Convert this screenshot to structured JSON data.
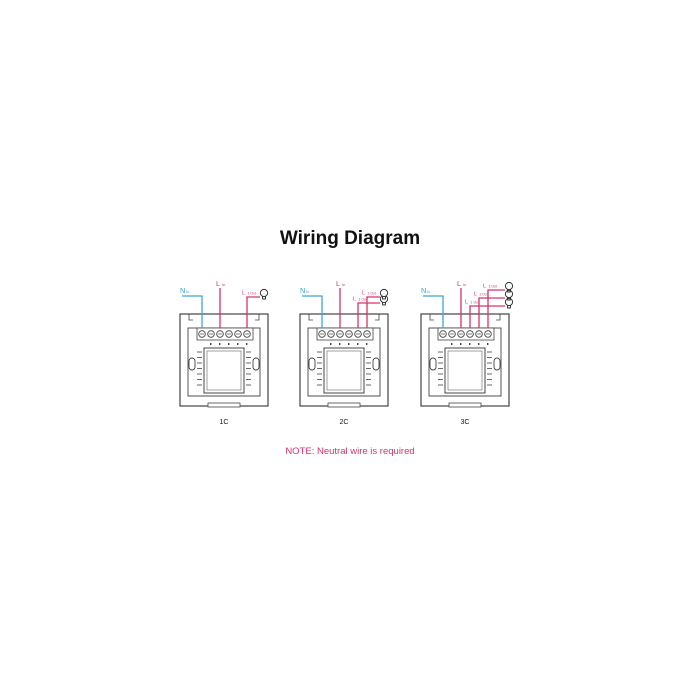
{
  "title": "Wiring Diagram",
  "note": "NOTE: Neutral wire is required",
  "colors": {
    "neutral": "#3aa6d8",
    "live": "#d6336c",
    "outline": "#444444",
    "text": "#111111"
  },
  "terminal_icon": "screw-terminal-icon",
  "bulb_icon": "bulb-icon",
  "panels": [
    {
      "caption": "1C",
      "neutral_label": "N",
      "neutral_sub": "In",
      "live_label": "L",
      "live_sub": "In",
      "outputs": [
        {
          "label": "L",
          "sub": "1 Out"
        }
      ]
    },
    {
      "caption": "2C",
      "neutral_label": "N",
      "neutral_sub": "In",
      "live_label": "L",
      "live_sub": "In",
      "outputs": [
        {
          "label": "L",
          "sub": "1 Out"
        },
        {
          "label": "L",
          "sub": "2 Out"
        }
      ]
    },
    {
      "caption": "3C",
      "neutral_label": "N",
      "neutral_sub": "In",
      "live_label": "L",
      "live_sub": "In",
      "outputs": [
        {
          "label": "L",
          "sub": "1 Out"
        },
        {
          "label": "L",
          "sub": "2 Out"
        },
        {
          "label": "L",
          "sub": "3 Out"
        }
      ]
    }
  ]
}
